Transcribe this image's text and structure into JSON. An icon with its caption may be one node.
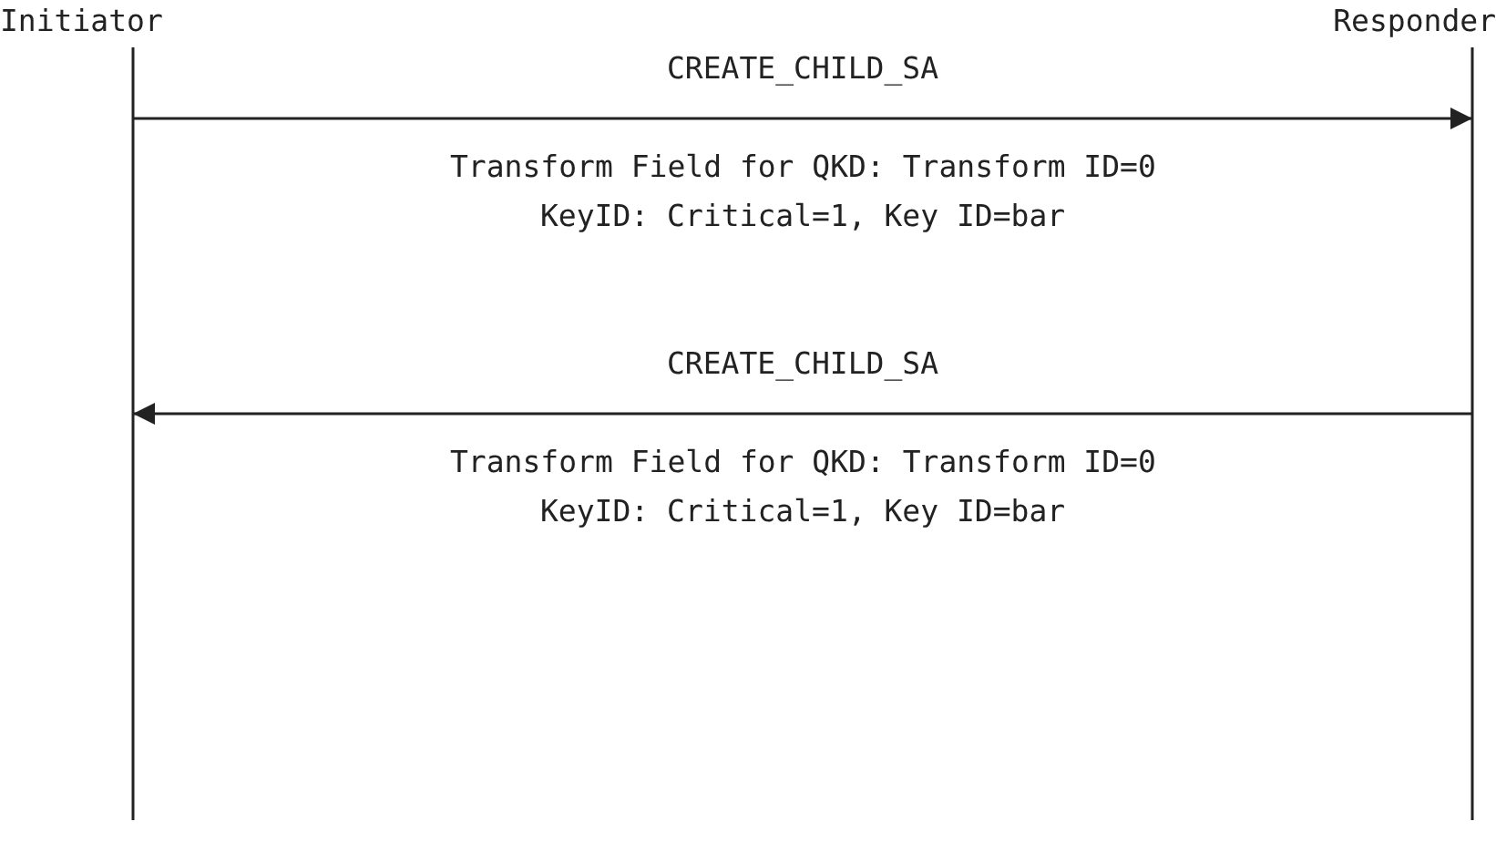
{
  "diagram": {
    "nodes": [
      {
        "text": [
          "Initiator"
        ]
      },
      {
        "text": [
          "Responder"
        ]
      }
    ],
    "edges": [
      {
        "from": 0,
        "to": 1,
        "arrow": "to",
        "label": "CREATE_CHILD_SA"
      },
      {
        "from": 1,
        "to": 0,
        "arrow": "to",
        "label": "CREATE_CHILD_SA"
      }
    ],
    "labels": [
      "Transform Field for QKD: Transform ID=0",
      "KeyID: Critical=1, Key ID=bar",
      "Transform Field for QKD: Transform ID=0",
      "KeyID: Critical=1, Key ID=bar"
    ]
  }
}
